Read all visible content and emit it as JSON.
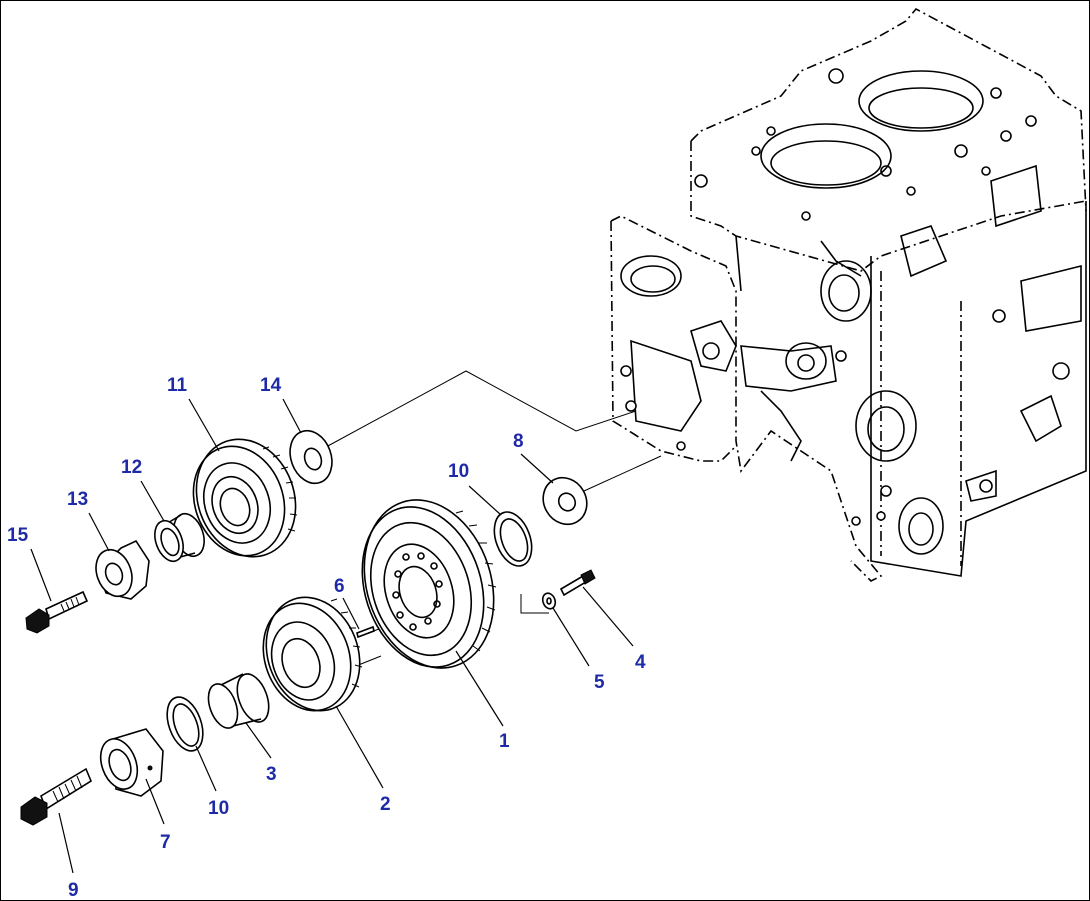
{
  "callouts": [
    {
      "id": "c1",
      "label": "1"
    },
    {
      "id": "c2",
      "label": "2"
    },
    {
      "id": "c3",
      "label": "3"
    },
    {
      "id": "c4",
      "label": "4"
    },
    {
      "id": "c5",
      "label": "5"
    },
    {
      "id": "c6",
      "label": "6"
    },
    {
      "id": "c7",
      "label": "7"
    },
    {
      "id": "c8",
      "label": "8"
    },
    {
      "id": "c9",
      "label": "9"
    },
    {
      "id": "c10a",
      "label": "10"
    },
    {
      "id": "c10b",
      "label": "10"
    },
    {
      "id": "c11",
      "label": "11"
    },
    {
      "id": "c12",
      "label": "12"
    },
    {
      "id": "c13",
      "label": "13"
    },
    {
      "id": "c14",
      "label": "14"
    },
    {
      "id": "c15",
      "label": "15"
    }
  ],
  "colors": {
    "callout": "#1f2aa6",
    "ink": "#000000",
    "paper": "#ffffff"
  }
}
